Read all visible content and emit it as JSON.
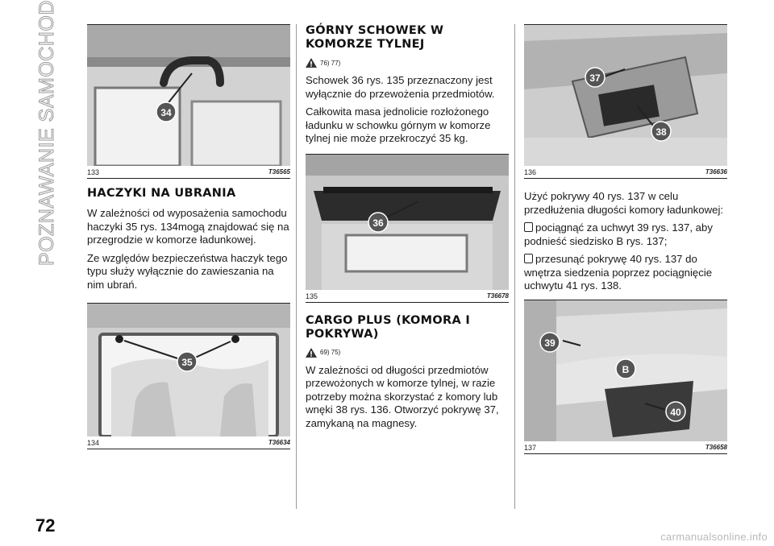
{
  "side_title": "POZNAWANIE SAMOCHODU",
  "page_number": "72",
  "col1": {
    "fig133": {
      "num": "133",
      "code": "T36565",
      "callout": "34"
    },
    "heading": "HACZYKI NA UBRANIA",
    "p1": "W zależności od wyposażenia samochodu haczyki 35 rys. 134mogą znajdować się na przegrodzie w komorze ładunkowej.",
    "p2": "Ze względów bezpieczeństwa haczyk tego typu służy wyłącznie do zawieszania na nim ubrań.",
    "fig134": {
      "num": "134",
      "code": "T36634",
      "callout": "35"
    }
  },
  "col2": {
    "heading1": "GÓRNY SCHOWEK W KOMORZE TYLNEJ",
    "note1": "76) 77)",
    "p1": "Schowek 36 rys. 135 przeznaczony jest wyłącznie do przewożenia przedmiotów.",
    "p2": "Całkowita masa jednolicie rozłożonego ładunku w schowku górnym w komorze tylnej nie może przekroczyć 35 kg.",
    "fig135": {
      "num": "135",
      "code": "T36678",
      "callout": "36"
    },
    "heading2": "CARGO PLUS (KOMORA I POKRYWA)",
    "note2": "69) 75)",
    "p3": "W zależności od długości przedmiotów przewożonych w komorze tylnej, w razie potrzeby można skorzystać z komory lub wnęki 38 rys. 136. Otworzyć pokrywę 37, zamykaną na magnesy."
  },
  "col3": {
    "fig136": {
      "num": "136",
      "code": "T36636",
      "callout_a": "37",
      "callout_b": "38"
    },
    "p1": "Użyć pokrywy 40 rys. 137 w celu przedłużenia długości komory ładunkowej:",
    "b1": "pociągnąć za uchwyt 39 rys. 137, aby podnieść siedzisko B rys. 137;",
    "b2": "przesunąć pokrywę 40 rys. 137 do wnętrza siedzenia poprzez pociągnięcie uchwytu 41 rys. 138.",
    "fig137": {
      "num": "137",
      "code": "T36658",
      "callout_a": "39",
      "callout_b": "B",
      "callout_c": "40"
    }
  },
  "watermark": "carmanualsonline.info"
}
